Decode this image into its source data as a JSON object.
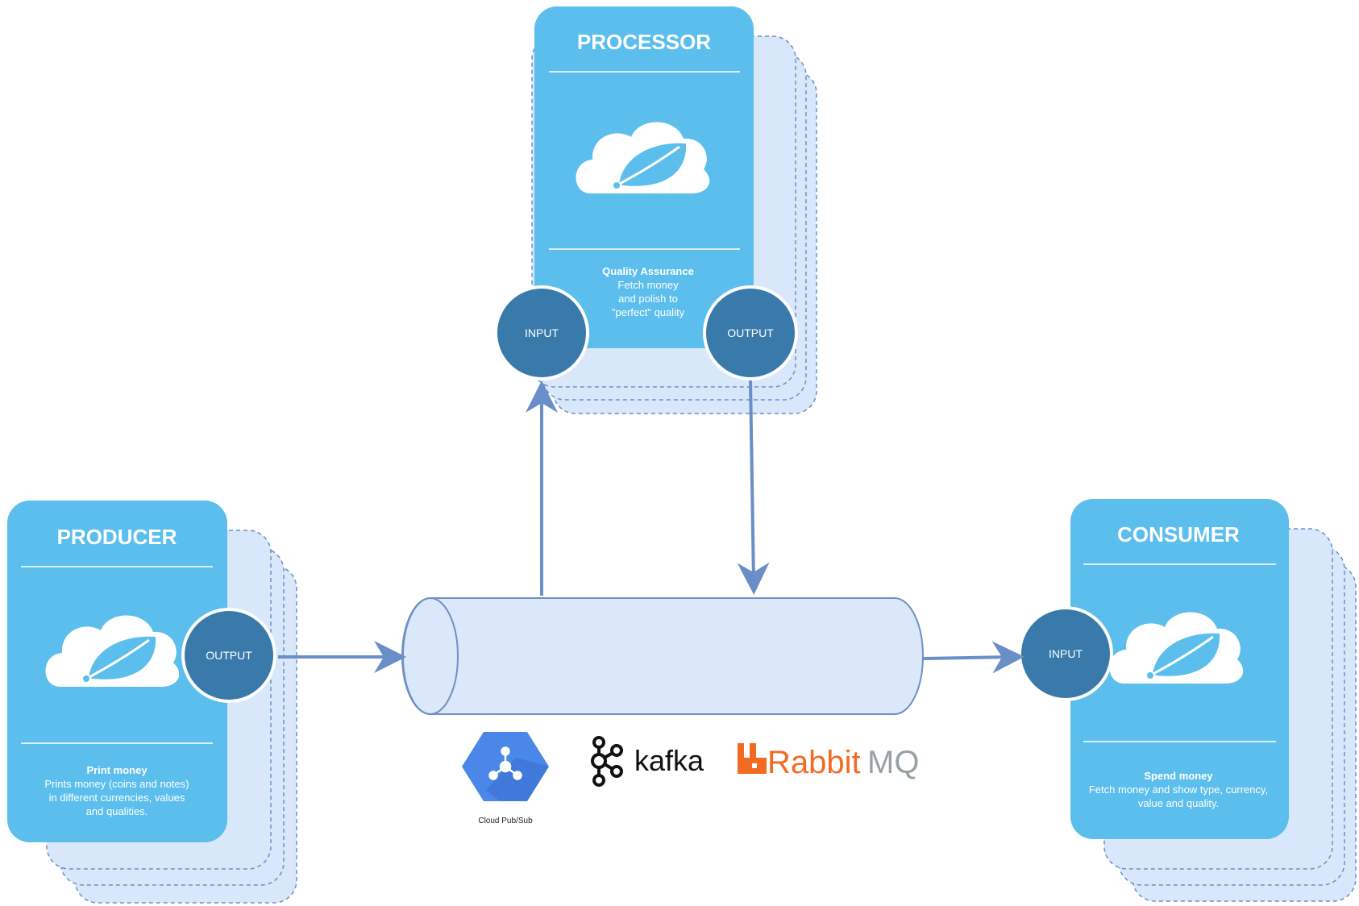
{
  "colors": {
    "card": "#5bbeec",
    "card_stack": "#d8e7fa",
    "stack_border": "#6e8fc6",
    "port": "#3a7aab",
    "arrow": "#6a8ec8",
    "pipe_fill": "#dbe8fa",
    "pipe_stroke": "#6e8fc6",
    "rabbit": "#f26b22",
    "mq_gray": "#9aa1a5",
    "pubsub_blue": "#4a87e8"
  },
  "processor": {
    "title": "PROCESSOR",
    "desc_title": "Quality Assurance",
    "desc_lines": [
      "Fetch money",
      "and polish to",
      "\"perfect\" quality"
    ],
    "input_label": "INPUT",
    "output_label": "OUTPUT",
    "icon": "spring-cloud-icon"
  },
  "producer": {
    "title": "PRODUCER",
    "desc_title": "Print money",
    "desc_lines": [
      "Prints money (coins and notes)",
      "in different currencies, values",
      "and qualities."
    ],
    "output_label": "OUTPUT",
    "icon": "spring-cloud-icon"
  },
  "consumer": {
    "title": "CONSUMER",
    "desc_title": "Spend money",
    "desc_lines": [
      "Fetch money and show type, currency,",
      "value and quality."
    ],
    "input_label": "INPUT",
    "icon": "spring-cloud-icon"
  },
  "brokers": {
    "pubsub_label": "Cloud Pub/Sub",
    "kafka_label": "kafka",
    "rabbit_label": "Rabbit",
    "mq_label": "MQ"
  }
}
